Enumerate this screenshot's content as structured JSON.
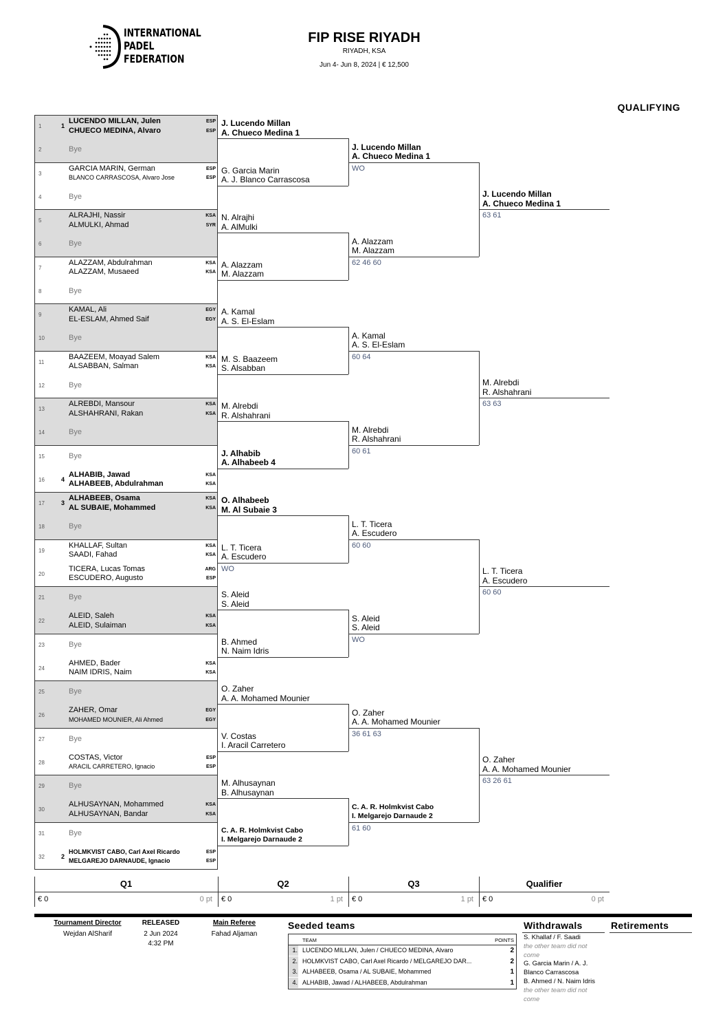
{
  "header": {
    "logo_text": [
      "INTERNATIONAL",
      "PADEL",
      "FEDERATION"
    ],
    "title": "FIP RISE RIYADH",
    "location": "RIYADH, KSA",
    "dates_prize": "Jun 4- Jun 8, 2024  |  € 12,500",
    "section": "QUALIFYING"
  },
  "draw": [
    {
      "num": "1",
      "seed": "1",
      "bold": true,
      "players": [
        {
          "name": "LUCENDO MILLAN, Julen",
          "nat": "ESP"
        },
        {
          "name": "CHUECO MEDINA, Alvaro",
          "nat": "ESP"
        }
      ]
    },
    {
      "num": "2",
      "bye": "Bye"
    },
    {
      "num": "3",
      "players": [
        {
          "name": "GARCIA MARIN, German",
          "nat": "ESP"
        },
        {
          "name": "BLANCO CARRASCOSA, Alvaro Jose",
          "nat": "ESP",
          "small": true
        }
      ]
    },
    {
      "num": "4",
      "bye": "Bye"
    },
    {
      "num": "5",
      "players": [
        {
          "name": "ALRAJHI, Nassir",
          "nat": "KSA"
        },
        {
          "name": "ALMULKI, Ahmad",
          "nat": "SYR"
        }
      ]
    },
    {
      "num": "6",
      "bye": "Bye"
    },
    {
      "num": "7",
      "players": [
        {
          "name": "ALAZZAM, Abdulrahman",
          "nat": "KSA"
        },
        {
          "name": "ALAZZAM, Musaeed",
          "nat": "KSA"
        }
      ]
    },
    {
      "num": "8",
      "bye": "Bye"
    },
    {
      "num": "9",
      "players": [
        {
          "name": "KAMAL, Ali",
          "nat": "EGY"
        },
        {
          "name": "EL-ESLAM, Ahmed Saif",
          "nat": "EGY"
        }
      ]
    },
    {
      "num": "10",
      "bye": "Bye"
    },
    {
      "num": "11",
      "players": [
        {
          "name": "BAAZEEM, Moayad Salem",
          "nat": "KSA"
        },
        {
          "name": "ALSABBAN, Salman",
          "nat": "KSA"
        }
      ]
    },
    {
      "num": "12",
      "bye": "Bye"
    },
    {
      "num": "13",
      "players": [
        {
          "name": "ALREBDI, Mansour",
          "nat": "KSA"
        },
        {
          "name": "ALSHAHRANI, Rakan",
          "nat": "KSA"
        }
      ]
    },
    {
      "num": "14",
      "bye": "Bye"
    },
    {
      "num": "15",
      "bye": "Bye"
    },
    {
      "num": "16",
      "seed": "4",
      "bold": true,
      "players": [
        {
          "name": "ALHABIB, Jawad",
          "nat": "KSA"
        },
        {
          "name": "ALHABEEB, Abdulrahman",
          "nat": "KSA"
        }
      ]
    },
    {
      "num": "17",
      "seed": "3",
      "bold": true,
      "players": [
        {
          "name": "ALHABEEB, Osama",
          "nat": "KSA"
        },
        {
          "name": "AL SUBAIE, Mohammed",
          "nat": "KSA"
        }
      ]
    },
    {
      "num": "18",
      "bye": "Bye"
    },
    {
      "num": "19",
      "players": [
        {
          "name": "KHALLAF, Sultan",
          "nat": "KSA"
        },
        {
          "name": "SAADI, Fahad",
          "nat": "KSA"
        }
      ]
    },
    {
      "num": "20",
      "players": [
        {
          "name": "TICERA, Lucas Tomas",
          "nat": "ARG"
        },
        {
          "name": "ESCUDERO, Augusto",
          "nat": "ESP"
        }
      ]
    },
    {
      "num": "21",
      "bye": "Bye"
    },
    {
      "num": "22",
      "players": [
        {
          "name": "ALEID, Saleh",
          "nat": "KSA"
        },
        {
          "name": "ALEID, Sulaiman",
          "nat": "KSA"
        }
      ]
    },
    {
      "num": "23",
      "bye": "Bye"
    },
    {
      "num": "24",
      "players": [
        {
          "name": "AHMED, Bader",
          "nat": "KSA"
        },
        {
          "name": "NAIM IDRIS, Naim",
          "nat": "KSA"
        }
      ]
    },
    {
      "num": "25",
      "bye": "Bye"
    },
    {
      "num": "26",
      "players": [
        {
          "name": "ZAHER, Omar",
          "nat": "EGY"
        },
        {
          "name": "MOHAMED MOUNIER, Ali Ahmed",
          "nat": "EGY",
          "small": true
        }
      ]
    },
    {
      "num": "27",
      "bye": "Bye"
    },
    {
      "num": "28",
      "players": [
        {
          "name": "COSTAS, Victor",
          "nat": "ESP"
        },
        {
          "name": "ARACIL CARRETERO, Ignacio",
          "nat": "ESP",
          "small": true
        }
      ]
    },
    {
      "num": "29",
      "bye": "Bye"
    },
    {
      "num": "30",
      "players": [
        {
          "name": "ALHUSAYNAN, Mohammed",
          "nat": "KSA"
        },
        {
          "name": "ALHUSAYNAN, Bandar",
          "nat": "KSA"
        }
      ]
    },
    {
      "num": "31",
      "bye": "Bye"
    },
    {
      "num": "32",
      "seed": "2",
      "bold": true,
      "players": [
        {
          "name": "HOLMKVIST CABO, Carl Axel Ricardo",
          "nat": "ESP",
          "small": true
        },
        {
          "name": "MELGAREJO DARNAUDE, Ignacio",
          "nat": "ESP",
          "small": true
        }
      ]
    }
  ],
  "rounds": {
    "q2": [
      {
        "lines": [
          "J. Lucendo Millan",
          "A. Chueco Medina  1"
        ],
        "bold": true,
        "score": ""
      },
      {
        "lines": [
          "G. Garcia Marin",
          "A. J. Blanco Carrascosa"
        ],
        "score": ""
      },
      {
        "lines": [
          "N. Alrajhi",
          "A. AlMulki"
        ],
        "score": ""
      },
      {
        "lines": [
          "A. Alazzam",
          "M. Alazzam"
        ],
        "score": ""
      },
      {
        "lines": [
          "A. Kamal",
          "A. S. El-Eslam"
        ],
        "score": ""
      },
      {
        "lines": [
          "M. S. Baazeem",
          "S. Alsabban"
        ],
        "score": ""
      },
      {
        "lines": [
          "M. Alrebdi",
          "R. Alshahrani"
        ],
        "score": ""
      },
      {
        "lines": [
          "J. Alhabib",
          "A. Alhabeeb  4"
        ],
        "bold": true,
        "score": ""
      },
      {
        "lines": [
          "O. Alhabeeb",
          "M. Al Subaie  3"
        ],
        "bold": true,
        "score": ""
      },
      {
        "lines": [
          "L. T. Ticera",
          "A. Escudero"
        ],
        "score": "WO"
      },
      {
        "lines": [
          "S. Aleid",
          "S. Aleid"
        ],
        "score": ""
      },
      {
        "lines": [
          "B. Ahmed",
          "N. Naim Idris"
        ],
        "score": ""
      },
      {
        "lines": [
          "O. Zaher",
          "A. A. Mohamed Mounier"
        ],
        "score": ""
      },
      {
        "lines": [
          "V. Costas",
          "I. Aracil Carretero"
        ],
        "score": ""
      },
      {
        "lines": [
          "M. Alhusaynan",
          "B. Alhusaynan"
        ],
        "score": ""
      },
      {
        "lines": [
          "C. A. R. Holmkvist Cabo",
          "I. Melgarejo Darnaude  2"
        ],
        "bold": true,
        "small": true,
        "score": ""
      }
    ],
    "q3": [
      {
        "lines": [
          "J. Lucendo Millan",
          "A. Chueco Medina  1"
        ],
        "bold": true,
        "score": "WO"
      },
      {
        "lines": [
          "A. Alazzam",
          "M. Alazzam"
        ],
        "score": "62 46 60"
      },
      {
        "lines": [
          "A. Kamal",
          "A. S. El-Eslam"
        ],
        "score": "60 64"
      },
      {
        "lines": [
          "M. Alrebdi",
          "R. Alshahrani"
        ],
        "score": "60 61"
      },
      {
        "lines": [
          "L. T. Ticera",
          "A. Escudero"
        ],
        "score": "60 60"
      },
      {
        "lines": [
          "S. Aleid",
          "S. Aleid"
        ],
        "score": "WO"
      },
      {
        "lines": [
          "O. Zaher",
          "A. A. Mohamed Mounier"
        ],
        "score": "36 61 63"
      },
      {
        "lines": [
          "C. A. R. Holmkvist Cabo",
          "I. Melgarejo Darnaude  2"
        ],
        "bold": true,
        "small": true,
        "score": "61 60"
      }
    ],
    "qualifier": [
      {
        "lines": [
          "J. Lucendo Millan",
          "A. Chueco Medina  1"
        ],
        "bold": true,
        "score": "63 61"
      },
      {
        "lines": [
          "M. Alrebdi",
          "R. Alshahrani"
        ],
        "score": "63 63"
      },
      {
        "lines": [
          "L. T. Ticera",
          "A. Escudero"
        ],
        "score": "60 60"
      },
      {
        "lines": [
          "O. Zaher",
          "A. A. Mohamed Mounier"
        ],
        "score": "63 26 61"
      }
    ]
  },
  "round_summary": [
    {
      "name": "Q1",
      "prize": "€ 0",
      "points": "0 pt"
    },
    {
      "name": "Q2",
      "prize": "€ 0",
      "points": "1 pt"
    },
    {
      "name": "Q3",
      "prize": "€ 0",
      "points": "1 pt"
    },
    {
      "name": "Qualifier",
      "prize": "€ 0",
      "points": "0 pt"
    }
  ],
  "footer": {
    "director_label": "Tournament Director",
    "director": "Wejdan AlSharif",
    "released_label": "RELEASED",
    "released_date": "2 Jun 2024",
    "released_time": "4:32 PM",
    "referee_label": "Main Referee",
    "referee": "Fahad Aljaman",
    "seeded_title": "Seeded teams",
    "team_col": "TEAM",
    "points_col": "POINTS",
    "seeded": [
      {
        "n": "1.",
        "team": "LUCENDO MILLAN, Julen / CHUECO MEDINA, Alvaro",
        "points": "2"
      },
      {
        "n": "2.",
        "team": "HOLMKVIST CABO, Carl Axel Ricardo / MELGAREJO DAR...",
        "points": "2"
      },
      {
        "n": "3.",
        "team": "ALHABEEB, Osama / AL SUBAIE, Mohammed",
        "points": "1"
      },
      {
        "n": "4.",
        "team": "ALHABIB, Jawad / ALHABEEB, Abdulrahman",
        "points": "1"
      }
    ],
    "withdrawals_title": "Withdrawals",
    "withdrawals": [
      {
        "text": "S. Khallaf / F. Saadi",
        "note": false
      },
      {
        "text": "the other team did not",
        "note": true
      },
      {
        "text": "come",
        "note": true
      },
      {
        "text": "G. Garcia Marin / A. J.",
        "note": false
      },
      {
        "text": "Blanco Carrascosa",
        "note": false
      },
      {
        "text": "B. Ahmed / N. Naim Idris",
        "note": false
      },
      {
        "text": "the other team did not",
        "note": true
      },
      {
        "text": "come",
        "note": true
      }
    ],
    "retirements_title": "Retirements"
  }
}
